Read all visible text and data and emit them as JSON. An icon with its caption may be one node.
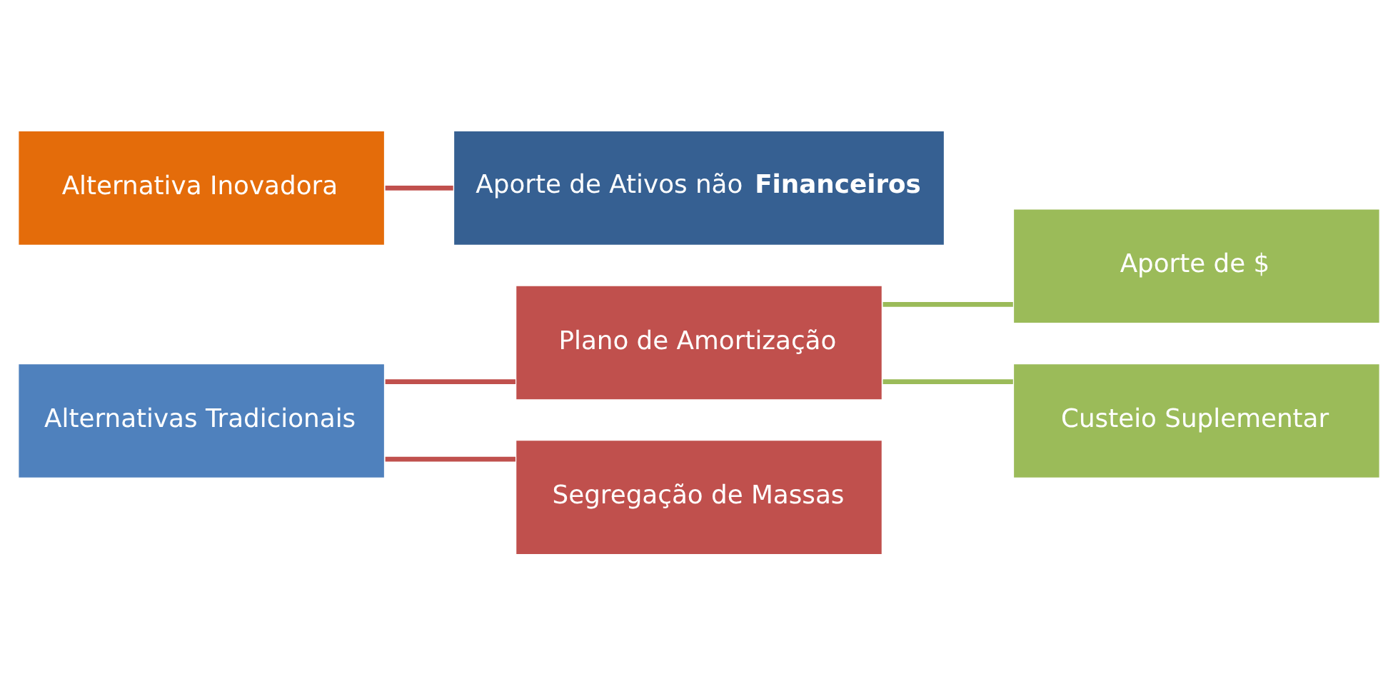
{
  "diagram": {
    "nodes": [
      {
        "text": [
          "Alternativas Tradicionais"
        ]
      },
      {
        "text": [
          "Plano de Amortização"
        ]
      },
      {
        "text": [
          "Segregação de Massas"
        ]
      },
      {
        "text": [
          "Aporte de $"
        ]
      },
      {
        "text": [
          "Custeio Suplementar"
        ]
      },
      {
        "text": [
          "Alternativa Inovadora"
        ]
      },
      {
        "text": [
          "Aporte de Ativos não **Financeiros**"
        ]
      }
    ],
    "edges": [
      {
        "from": 0,
        "to": 1,
        "arrow": "none"
      },
      {
        "from": 0,
        "to": 2,
        "arrow": "none"
      },
      {
        "from": 1,
        "to": 3,
        "arrow": "none",
        "color": "#9bbb59"
      },
      {
        "from": 1,
        "to": 4,
        "arrow": "none",
        "color": "#9bbb59"
      },
      {
        "from": 5,
        "to": 6,
        "arrow": "none"
      }
    ]
  }
}
